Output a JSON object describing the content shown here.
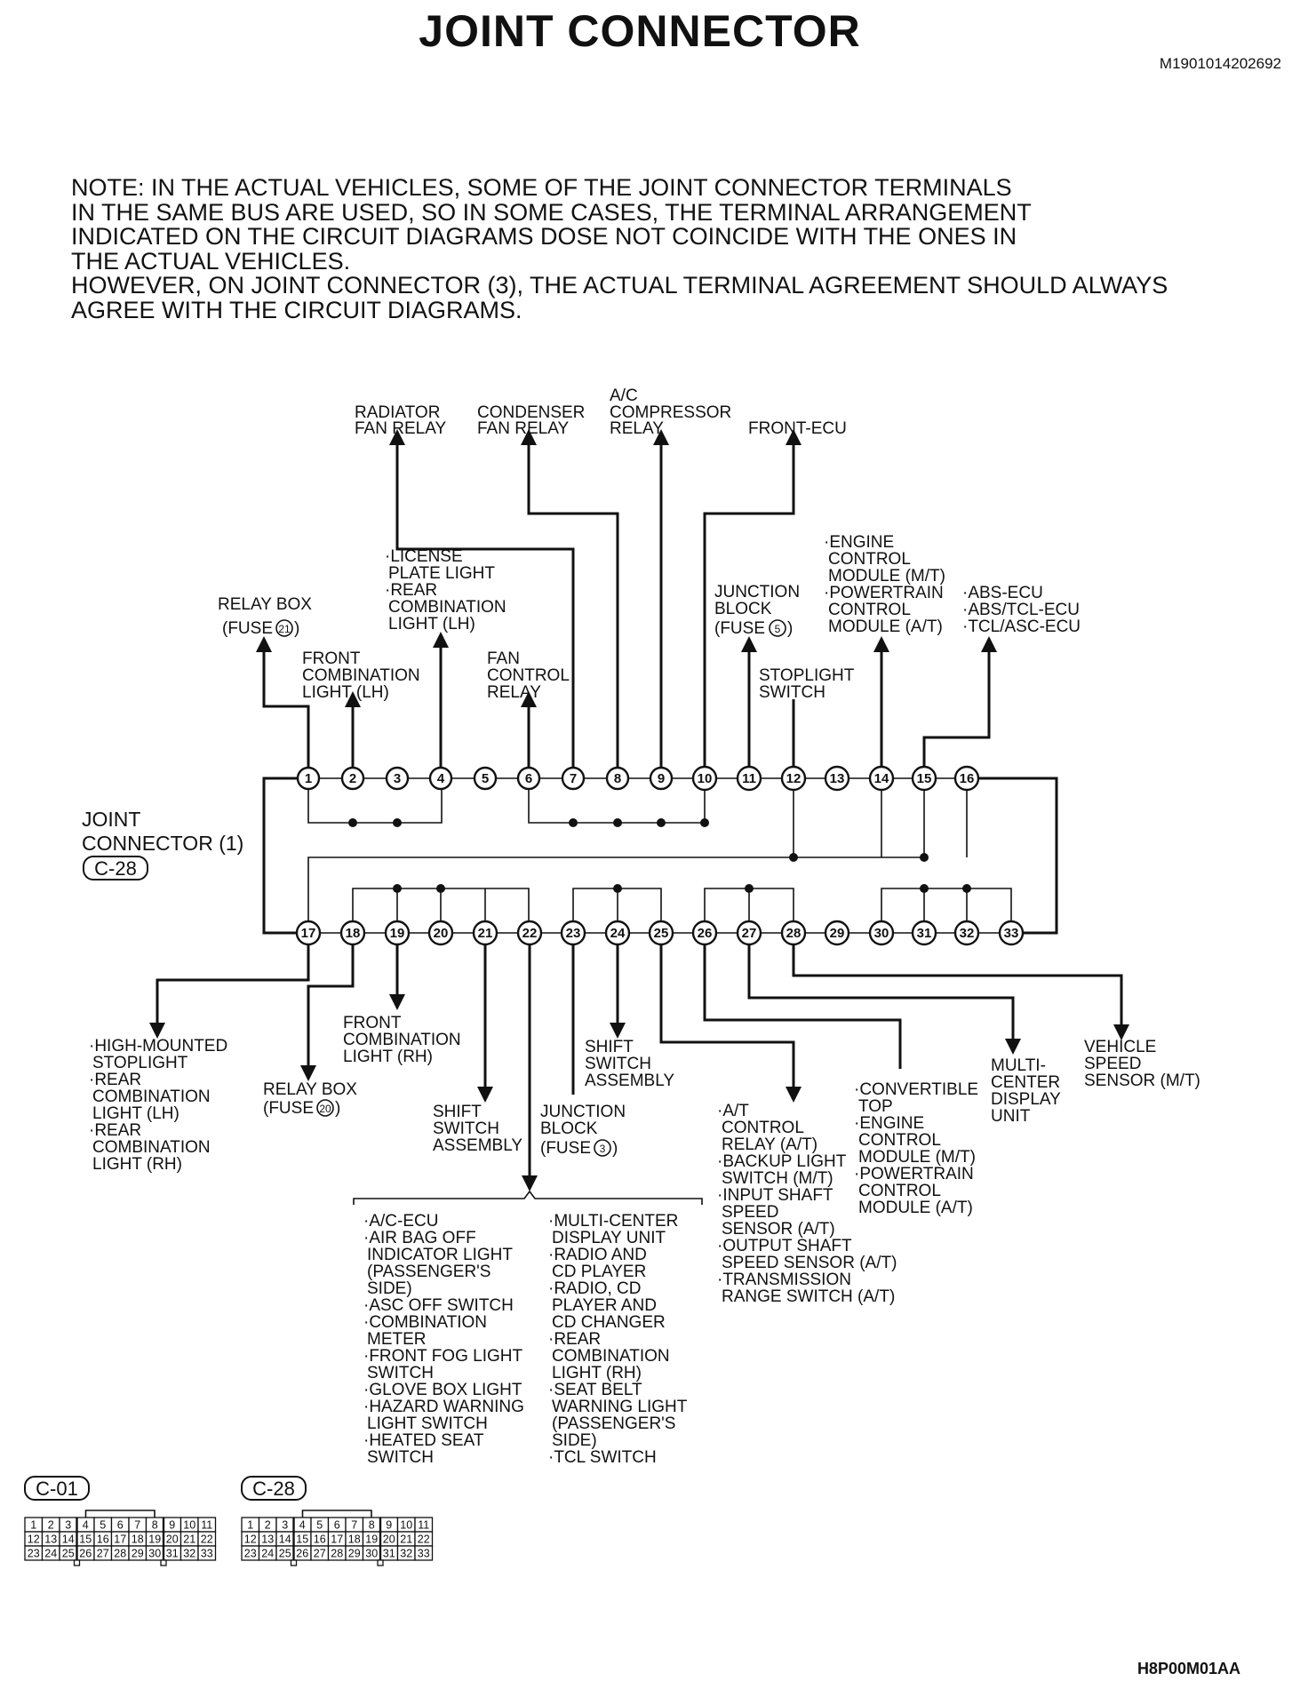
{
  "title": "JOINT CONNECTOR",
  "doc_id": "M1901014202692",
  "note_lines": [
    "NOTE:    IN THE ACTUAL VEHICLES, SOME OF THE JOINT CONNECTOR TERMINALS",
    "IN THE SAME BUS ARE USED, SO IN SOME CASES, THE TERMINAL ARRANGEMENT",
    "INDICATED ON THE CIRCUIT DIAGRAMS DOSE NOT COINCIDE WITH THE ONES IN",
    "THE ACTUAL VEHICLES.",
    "HOWEVER, ON JOINT CONNECTOR (3), THE ACTUAL TERMINAL AGREEMENT SHOULD ALWAYS",
    "AGREE WITH THE CIRCUIT DIAGRAMS."
  ],
  "connector_label": [
    "JOINT",
    "CONNECTOR (1)"
  ],
  "connector_code": "C-28",
  "top_pins": [
    "1",
    "2",
    "3",
    "4",
    "5",
    "6",
    "7",
    "8",
    "9",
    "10",
    "11",
    "12",
    "13",
    "14",
    "15",
    "16"
  ],
  "bottom_pins": [
    "17",
    "18",
    "19",
    "20",
    "21",
    "22",
    "23",
    "24",
    "25",
    "26",
    "27",
    "28",
    "29",
    "30",
    "31",
    "32",
    "33"
  ],
  "top_labels": {
    "radiator": [
      "RADIATOR",
      "FAN RELAY"
    ],
    "condenser": [
      "CONDENSER",
      "FAN RELAY"
    ],
    "ac_compressor": [
      "A/C",
      "COMPRESSOR",
      "RELAY"
    ],
    "front_ecu": [
      "FRONT-ECU"
    ],
    "relay_box_21": [
      "RELAY BOX",
      "(FUSE"
    ],
    "fuse_21": "21",
    "front_comb_lh": [
      "FRONT",
      "COMBINATION",
      "LIGHT (LH)"
    ],
    "license": [
      "·LICENSE",
      "PLATE LIGHT",
      "·REAR",
      "COMBINATION",
      "LIGHT (LH)"
    ],
    "fan_control": [
      "FAN",
      "CONTROL",
      "RELAY"
    ],
    "junction_block_5": [
      "JUNCTION",
      "BLOCK",
      "(FUSE"
    ],
    "fuse_5": "5",
    "stoplight": [
      "STOPLIGHT",
      "SWITCH"
    ],
    "engine_module": [
      "·ENGINE",
      "CONTROL",
      "MODULE (M/T)",
      "·POWERTRAIN",
      "CONTROL",
      "MODULE (A/T)"
    ],
    "abs": [
      "·ABS-ECU",
      "·ABS/TCL-ECU",
      "·TCL/ASC-ECU"
    ]
  },
  "bottom_labels": {
    "high_mounted": [
      "·HIGH-MOUNTED",
      "STOPLIGHT",
      "·REAR",
      "COMBINATION",
      "LIGHT (LH)",
      "·REAR",
      "COMBINATION",
      "LIGHT (RH)"
    ],
    "relay_box_20": [
      "RELAY BOX",
      "(FUSE"
    ],
    "fuse_20": "20",
    "front_comb_rh": [
      "FRONT",
      "COMBINATION",
      "LIGHT (RH)"
    ],
    "shift_switch_1": [
      "SHIFT",
      "SWITCH",
      "ASSEMBLY"
    ],
    "shift_switch_2": [
      "SHIFT",
      "SWITCH",
      "ASSEMBLY"
    ],
    "junction_block_3": [
      "JUNCTION",
      "BLOCK",
      "(FUSE"
    ],
    "fuse_3": "3",
    "at_control": [
      "·A/T",
      "CONTROL",
      "RELAY (A/T)",
      "·BACKUP LIGHT",
      "SWITCH (M/T)",
      "·INPUT SHAFT",
      "SPEED",
      "SENSOR (A/T)",
      "·OUTPUT SHAFT",
      "SPEED SENSOR (A/T)",
      "·TRANSMISSION",
      "RANGE SWITCH (A/T)"
    ],
    "convertible": [
      "·CONVERTIBLE",
      "TOP",
      "·ENGINE",
      "CONTROL",
      "MODULE (M/T)",
      "·POWERTRAIN",
      "CONTROL",
      "MODULE (A/T)"
    ],
    "multi_center": [
      "MULTI-",
      "CENTER",
      "DISPLAY",
      "UNIT"
    ],
    "vehicle_speed": [
      "VEHICLE",
      "SPEED",
      "SENSOR (M/T)"
    ],
    "pin22_left": [
      "·A/C-ECU",
      "·AIR BAG OFF",
      "INDICATOR LIGHT",
      "(PASSENGER'S",
      "SIDE)",
      "·ASC OFF SWITCH",
      "·COMBINATION",
      "METER",
      "·FRONT FOG LIGHT",
      "SWITCH",
      "·GLOVE BOX LIGHT",
      "·HAZARD WARNING",
      "LIGHT SWITCH",
      "·HEATED SEAT",
      "SWITCH"
    ],
    "pin22_right": [
      "·MULTI-CENTER",
      "DISPLAY UNIT",
      "·RADIO AND",
      "CD PLAYER",
      "·RADIO, CD",
      "PLAYER AND",
      "CD CHANGER",
      "·REAR",
      "COMBINATION",
      "LIGHT (RH)",
      "·SEAT BELT",
      "WARNING LIGHT",
      "(PASSENGER'S",
      "SIDE)",
      "·TCL SWITCH"
    ]
  },
  "connector_views": [
    {
      "code": "C-01",
      "rows": [
        [
          "1",
          "2",
          "3",
          "4",
          "5",
          "6",
          "7",
          "8",
          "9",
          "10",
          "11"
        ],
        [
          "12",
          "13",
          "14",
          "15",
          "16",
          "17",
          "18",
          "19",
          "20",
          "21",
          "22"
        ],
        [
          "23",
          "24",
          "25",
          "26",
          "27",
          "28",
          "29",
          "30",
          "31",
          "32",
          "33"
        ]
      ]
    },
    {
      "code": "C-28",
      "rows": [
        [
          "1",
          "2",
          "3",
          "4",
          "5",
          "6",
          "7",
          "8",
          "9",
          "10",
          "11"
        ],
        [
          "12",
          "13",
          "14",
          "15",
          "16",
          "17",
          "18",
          "19",
          "20",
          "21",
          "22"
        ],
        [
          "23",
          "24",
          "25",
          "26",
          "27",
          "28",
          "29",
          "30",
          "31",
          "32",
          "33"
        ]
      ]
    }
  ],
  "footer_code": "H8P00M01AA"
}
